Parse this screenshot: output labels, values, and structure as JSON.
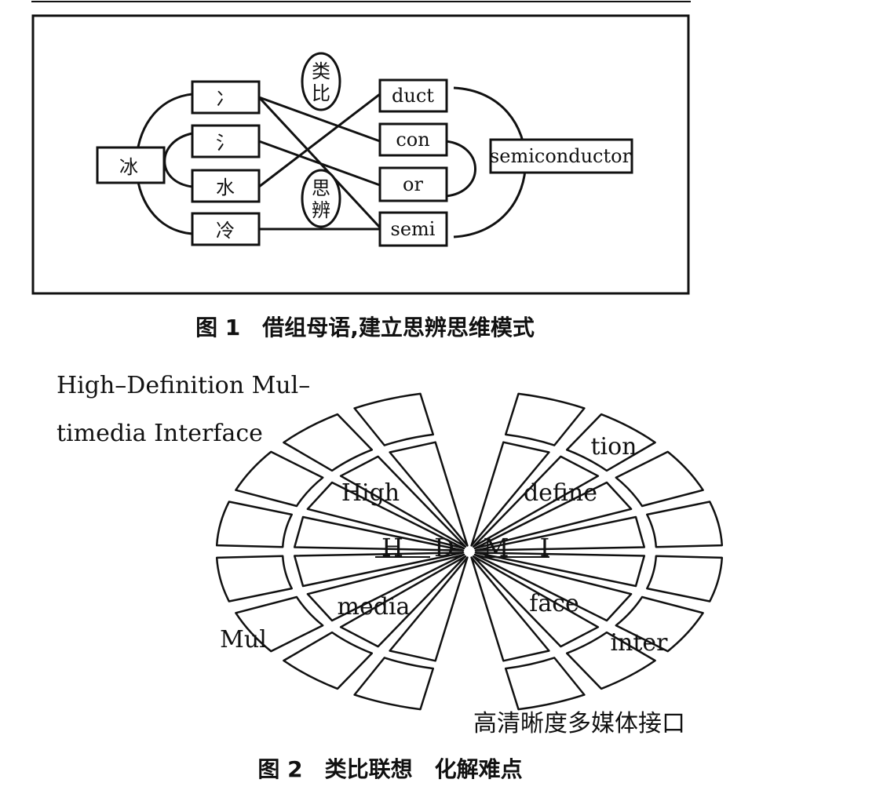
{
  "figure1": {
    "caption": "图 1　借组母语,建立思辨思维模式",
    "ice": "冰",
    "radicals": [
      "冫",
      "氵",
      "水",
      "冷"
    ],
    "parts": [
      "duct",
      "con",
      "or",
      "semi"
    ],
    "result": "semiconductor",
    "oval_top": [
      "类",
      "比"
    ],
    "oval_bottom": [
      "思",
      "辨"
    ]
  },
  "figure2": {
    "caption": "图 2　类比联想　化解难点",
    "full_name_line1": "High–Definition Mul–",
    "full_name_line2": "timedia Interface",
    "chinese": "高清晰度多媒体接口",
    "letters": [
      "H",
      "D",
      "M",
      "I"
    ],
    "words": [
      "High",
      "define",
      "tion",
      "media",
      "Mul",
      "face",
      "inter"
    ]
  }
}
